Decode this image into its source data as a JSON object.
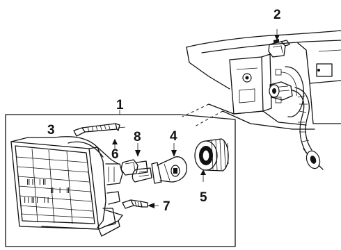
{
  "callouts": {
    "part1": "1",
    "part2": "2",
    "part3": "3",
    "part4": "4",
    "part5": "5",
    "part6": "6",
    "part7": "7",
    "part8": "8"
  },
  "lens_marks": {
    "row1": "ⅡⅠ ⅠⅡ",
    "row2": "Ⅱ Ⅰ Ⅱ",
    "row3": "ⅠⅠⅡⅠ ⅠⅠ"
  }
}
